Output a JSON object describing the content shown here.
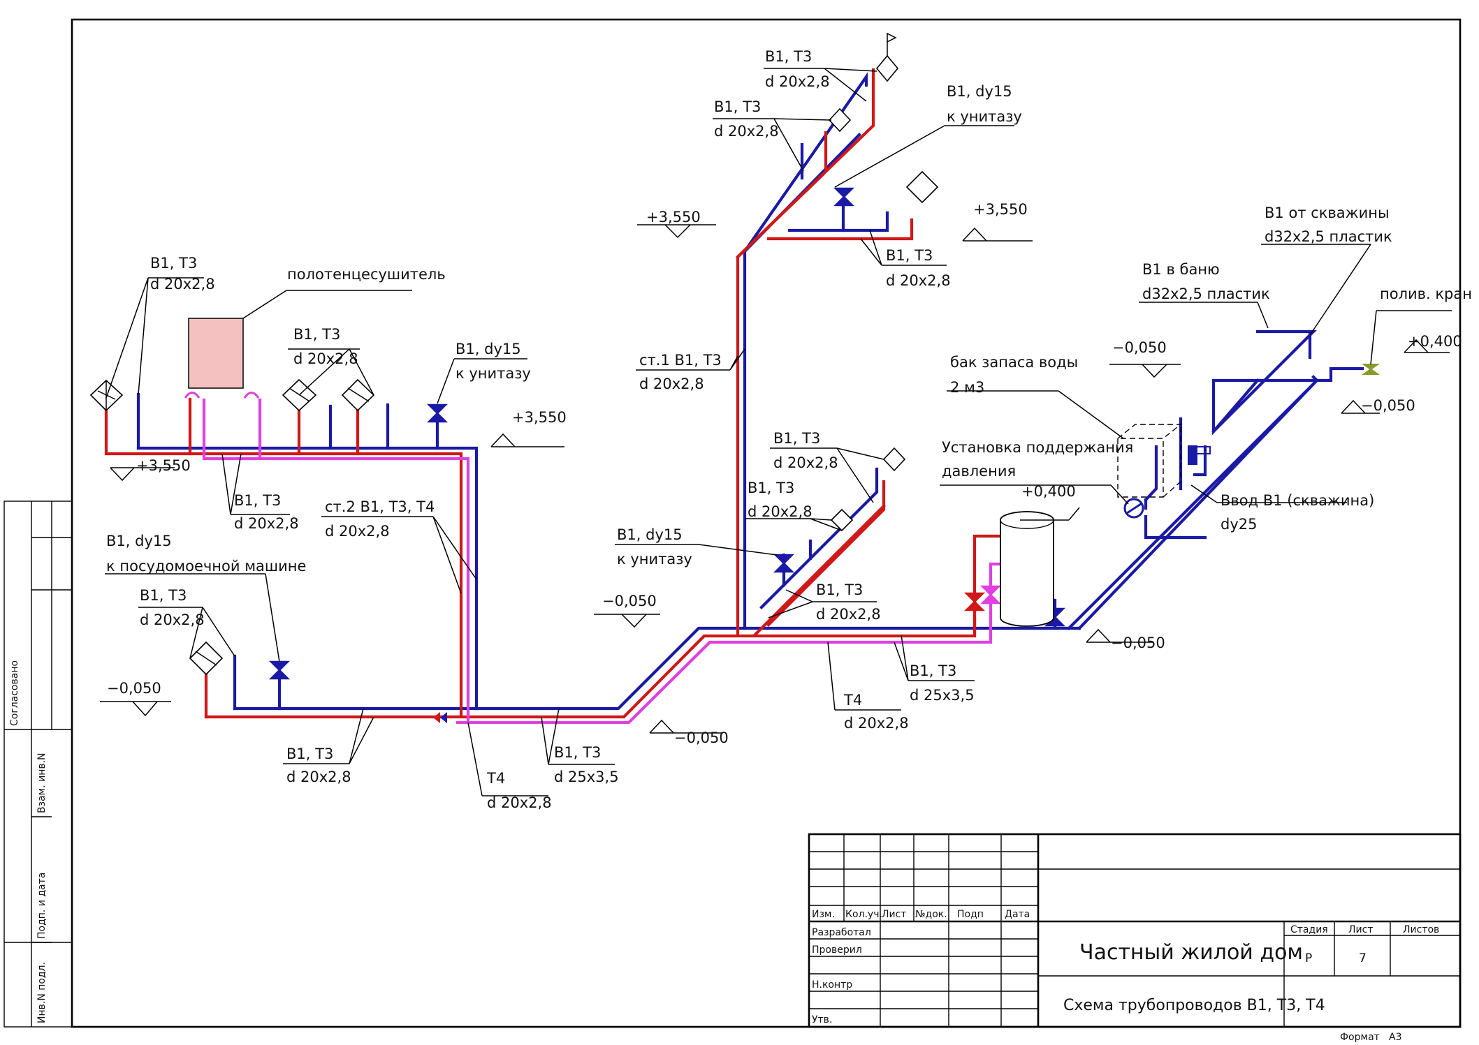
{
  "colors": {
    "cold_water_B1": "#1a1aa6",
    "hot_water_T3": "#d01818",
    "recirculation_T4": "#e040e0",
    "towel_dryer_fill": "#f4c0c0",
    "tap_valve": "#8a9a2a"
  },
  "labels": {
    "left_b1t3_top": "B1, T3",
    "left_d_top": "d 20x2,8",
    "towel_dryer": "полотенцесушитель",
    "mid_b1t3": "B1, T3",
    "mid_d": "d 20x2,8",
    "left_wc_b1": "B1,  dy15",
    "left_wc_dest": "к унитазу",
    "elev_left_upper_right": "+3,550",
    "elev_left_upper_left": "+3,550",
    "under_b1t3": "B1, T3",
    "under_d": "d 20x2,8",
    "riser2_b1t3t4": "ст.2  B1, T3, T4",
    "riser2_d": "d 20x2,8",
    "dish_b1": "B1,  dy15",
    "dish_dest": "к посудомоечной  машине",
    "lower_left_b1t3": "B1, T3",
    "lower_left_d": "d 20x2,8",
    "elev_lower_left": "−0,050",
    "bottom_b1t3_1": "B1, T3",
    "bottom_d_1": "d 20x2,8",
    "bottom_t4": "T4",
    "bottom_t4_d": "d 20x2,8",
    "bottom_b1t3_2": "B1, T3",
    "bottom_d_2": "d 25x3,5",
    "elev_bottom_mid": "−0,050",
    "top_b1t3_1": "B1, T3",
    "top_d_1": "d 20x2,8",
    "top_b1t3_2": "B1, T3",
    "top_d_2": "d 20x2,8",
    "top_wc_b1": "B1,  dy15",
    "top_wc_dest": "к унитазу",
    "elev_top_left": "+3,550",
    "elev_top_right": "+3,550",
    "top_right_b1t3": "B1, T3",
    "top_right_d": "d 20x2,8",
    "riser1": "ст.1  B1, T3",
    "riser1_d": "d 20x2,8",
    "mid_right_b1t3_1": "B1, T3",
    "mid_right_d_1": "d 20x2,8",
    "mid_right_b1t3_2": "B1, T3",
    "mid_right_d_2": "d 20x2,8",
    "mid_wc_b1": "B1,  dy15",
    "mid_wc_dest": "к унитазу",
    "elev_mid_left": "−0,050",
    "lower_mid_b1t3": "B1, T3",
    "lower_mid_d": "d 20x2,8",
    "bottom_right_b1t3": "B1, T3",
    "bottom_right_d": "d 25x3,5",
    "bottom_right_t4": "T4",
    "bottom_right_t4_d": "d 20x2,8",
    "tank_label": "бак запаса воды",
    "tank_volume": "2 м3",
    "pressure_unit_1": "Установка поддержания",
    "pressure_unit_2": "давления",
    "elev_heater": "+0,400",
    "elev_bath": "−0,050",
    "bath_b1": "B1  в баню",
    "bath_pipe": "d32x2,5 пластик",
    "well_b1": "B1 от скважины",
    "well_pipe": "d32x2,5 пластик",
    "tap_label": "полив. кран",
    "elev_tap": "+0,400",
    "elev_tap_lower": "−0,050",
    "inlet": "Ввод B1 (скважина)",
    "inlet_dy": "dy25",
    "elev_right_floor": "−0,050"
  },
  "side_stamp": [
    "Согласовано",
    "Взам. инв.N",
    "Подп. и дата",
    "Инв.N подл."
  ],
  "title_block": {
    "headers": [
      "Изм.",
      "Кол.уч.",
      "Лист",
      "№док.",
      "Подп",
      "Дата"
    ],
    "roles": [
      "Разработал",
      "Проверил",
      "Н.контр",
      "Утв."
    ],
    "stage_header": "Стадия",
    "sheet_header": "Лист",
    "sheets_header": "Листов",
    "stage_value": "Р",
    "sheet_value": "7",
    "project": "Частный жилой дом",
    "sheet_title": "Схема трубопроводов B1, T3, T4",
    "format_label": "Формат",
    "format_value": "А3"
  }
}
